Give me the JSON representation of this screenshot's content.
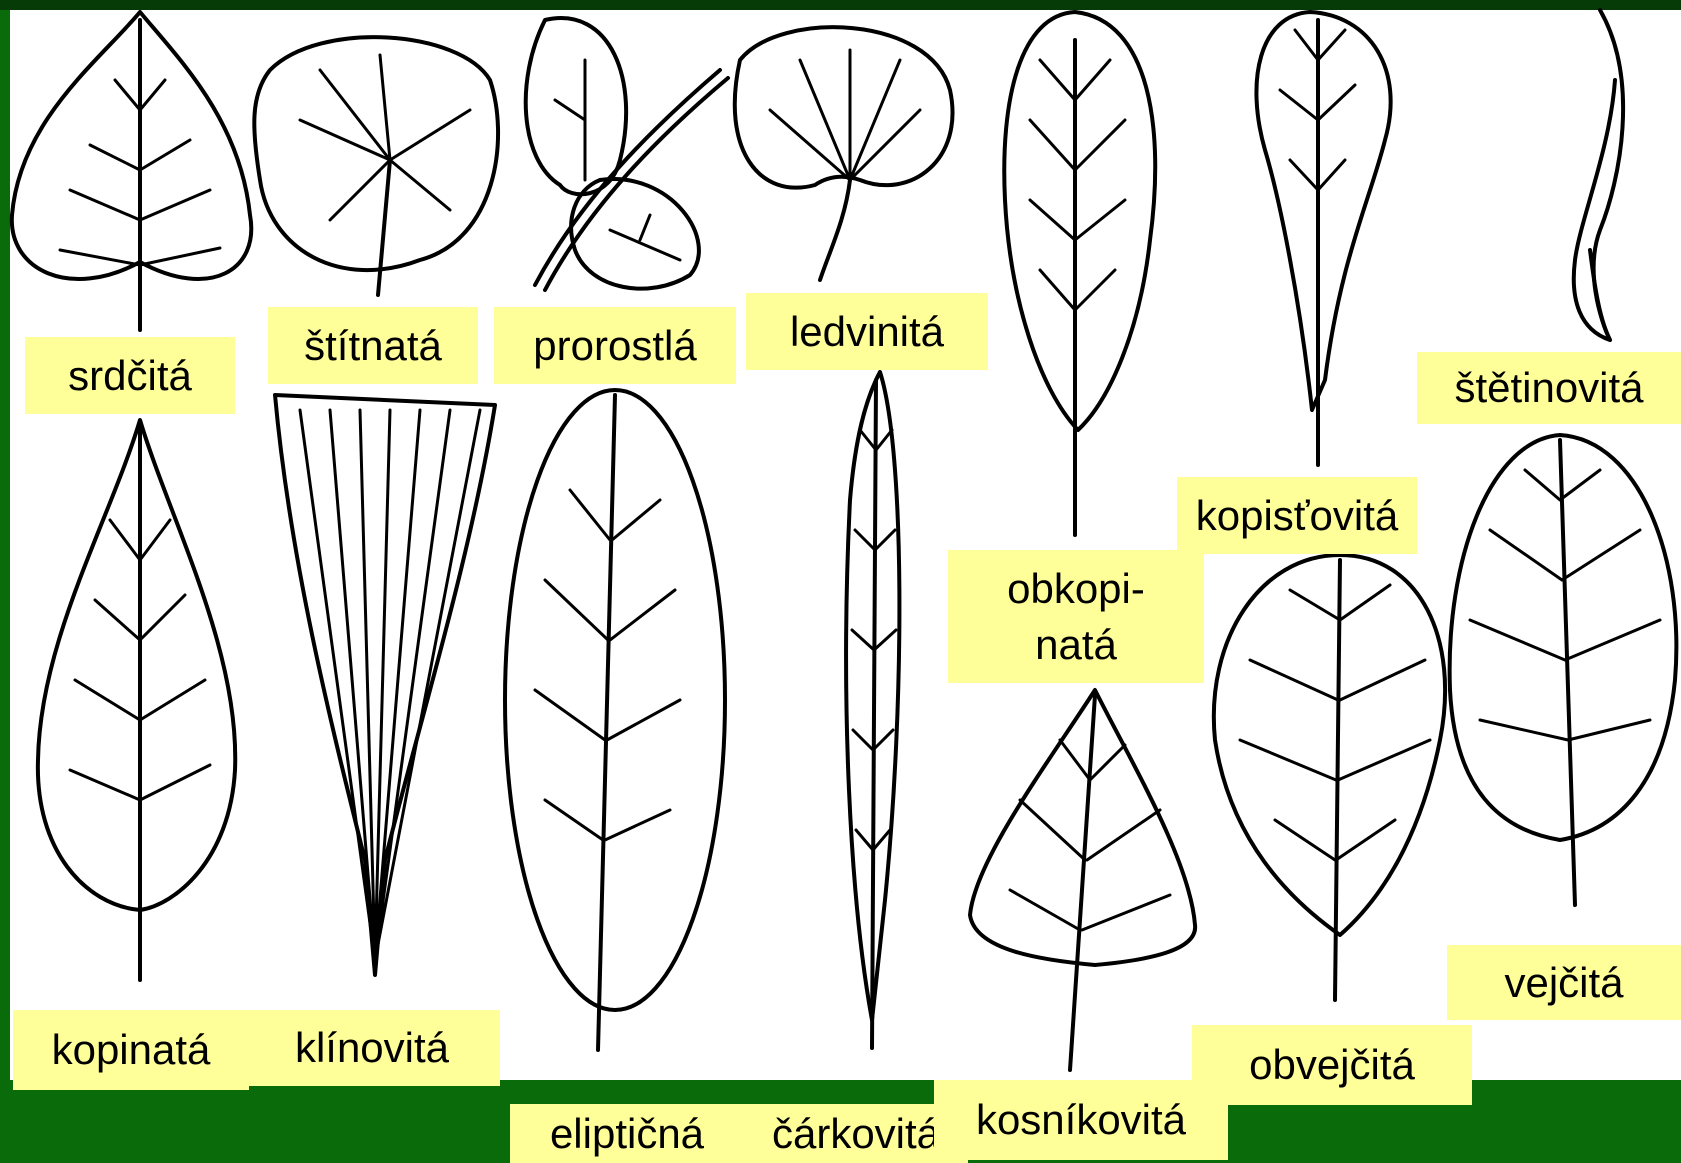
{
  "labels": {
    "srdcita": "srdčitá",
    "stitnata": "štítnatá",
    "prorostla": "prorostlá",
    "ledvinita": "ledvinitá",
    "obkopinata": "obkopi-\nnatá",
    "kopistovita": "kopisťovitá",
    "stetinovita": "štětinovitá",
    "kopinata": "kopinatá",
    "klinovita": "klínovitá",
    "elipticna": "eliptičná",
    "carkovita": "čárkovitá",
    "kosnikovita": "kosníkovitá",
    "obvejcita": "obvejčitá",
    "vejcita": "vejčitá"
  },
  "colors": {
    "background": "#0a6b0a",
    "topbar": "#063a06",
    "panel": "#ffffff",
    "label_bg": "#ffff99",
    "stroke": "#000000"
  }
}
